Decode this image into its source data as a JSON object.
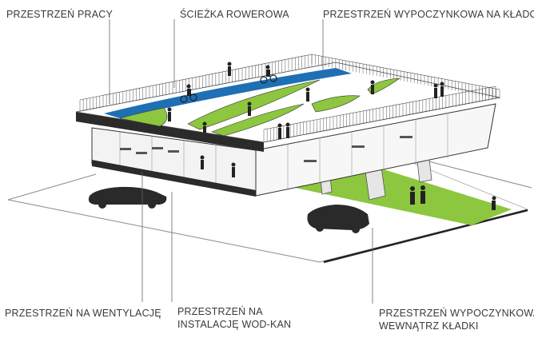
{
  "labels": {
    "workspace": "PRZESTRZEŃ PRACY",
    "bike_path": "ŚCIEŻKA ROWEROWA",
    "recreation_on_bridge": "PRZESTRZEŃ WYPOCZYNKOWA NA KŁADCE",
    "ventilation": "PRZESTRZEŃ NA WENTYLACJĘ",
    "plumbing_line1": "PRZESTRZEŃ NA",
    "plumbing_line2": "INSTALACJĘ WOD-KAN",
    "recreation_inside_line1": "PRZESTRZEŃ WYPOCZYNKOWA",
    "recreation_inside_line2": "WEWNĄTRZ KŁADKI"
  },
  "colors": {
    "bike_path": "#1f6fb5",
    "green_space": "#8dc63f",
    "structure": "#2b2b2b",
    "leader_line": "#666666",
    "ground_line": "#888888"
  }
}
